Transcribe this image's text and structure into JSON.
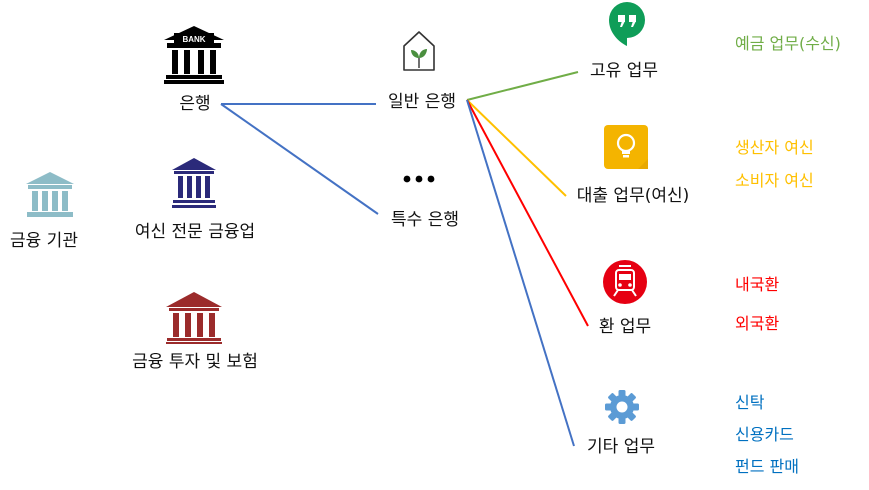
{
  "root": {
    "label": "금융 기관",
    "icon": "museum-building-icon"
  },
  "institutions": [
    {
      "label": "은행",
      "icon": "bank-building-icon"
    },
    {
      "label": "여신 전문 금융업",
      "icon": "purple-building-icon"
    },
    {
      "label": "금융 투자 및 보험",
      "icon": "red-building-icon"
    }
  ],
  "bank_types": [
    {
      "label": "일반 은행",
      "icon": "plant-house-icon"
    },
    {
      "label": "특수 은행",
      "icon": "ellipsis-icon"
    }
  ],
  "businesses": [
    {
      "label": "고유 업무",
      "icon": "quote-chat-icon",
      "color": "#70AD47",
      "items": [
        "예금 업무(수신)"
      ]
    },
    {
      "label": "대출 업무(여신)",
      "icon": "lightbulb-icon",
      "color": "#FFC000",
      "items": [
        "생산자 여신",
        "소비자 여신"
      ]
    },
    {
      "label": "환 업무",
      "icon": "tram-icon",
      "color": "#FF0000",
      "items": [
        "내국환",
        "외국환"
      ]
    },
    {
      "label": "기타 업무",
      "icon": "gear-icon",
      "color": "#0070C0",
      "items": [
        "신탁",
        "신용카드",
        "펀드 판매"
      ]
    }
  ],
  "bank_sign": "BANK",
  "colors": {
    "bank_line": "#4472C4",
    "green": "#70AD47",
    "yellow": "#FFC000",
    "red": "#FF0000",
    "blue": "#4472C4",
    "purple": "#2B2A7A",
    "maroon": "#9B2B2B",
    "teal": "#8DBCC7"
  }
}
